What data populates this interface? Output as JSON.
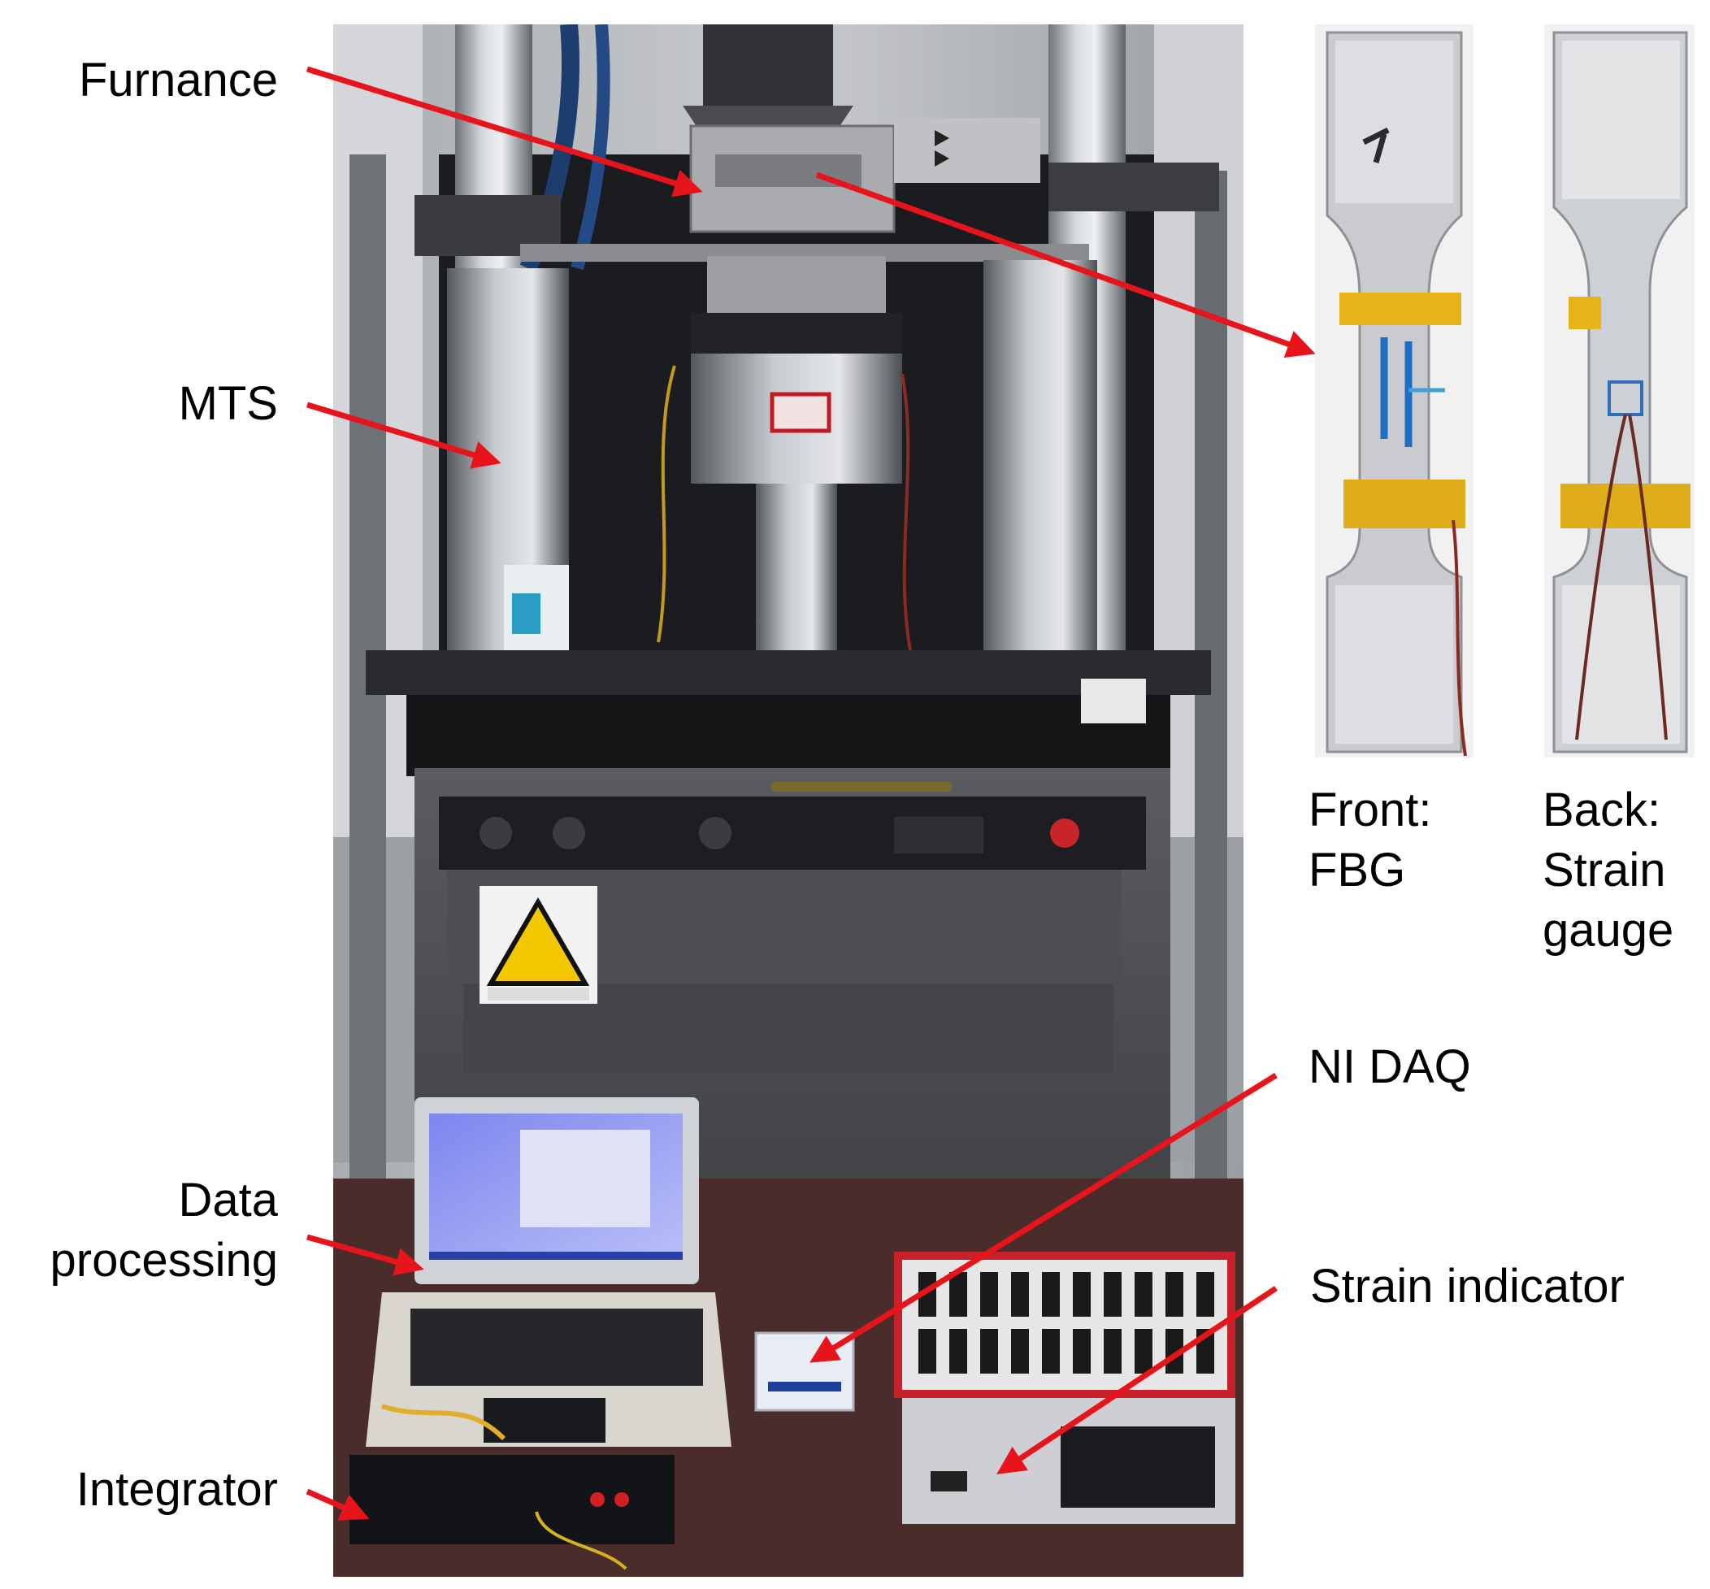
{
  "labels": {
    "furnace": "Furnance",
    "mts": "MTS",
    "data_processing": [
      "Data",
      "processing"
    ],
    "integrator": "Integrator",
    "ni_daq": "NI DAQ",
    "strain_indicator": "Strain indicator",
    "front": [
      "Front:",
      "FBG"
    ],
    "back": [
      "Back:",
      "Strain",
      "gauge"
    ]
  },
  "colors": {
    "arrow": "#e8141c",
    "text": "#000000",
    "tape": "#e6b418",
    "frame": "#3c3c3c"
  }
}
